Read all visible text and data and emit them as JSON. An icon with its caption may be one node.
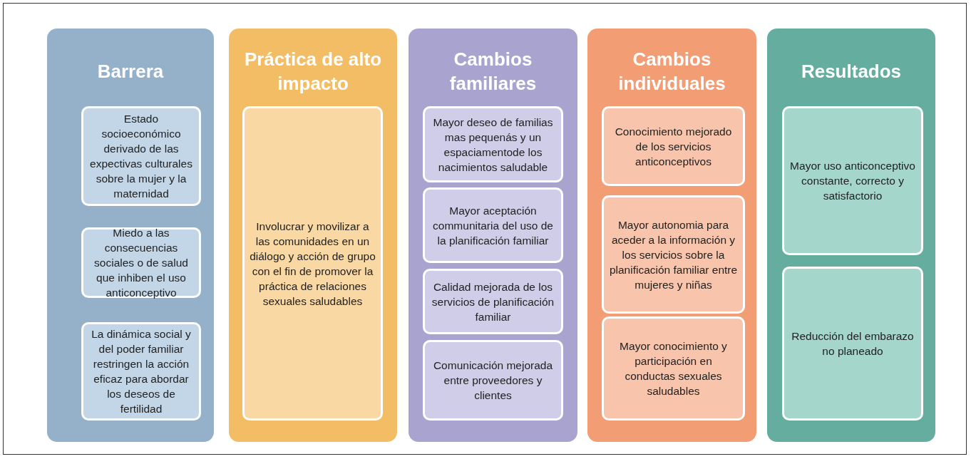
{
  "diagram": {
    "nodes": [
      {
        "text": [
          "Barrera"
        ]
      },
      {
        "text": [
          "Estado socioeconómico derivado de las expectivas culturales sobre la mujer y la maternidad"
        ],
        "in": 0
      },
      {
        "text": [
          "Miedo a las consecuencias sociales o de salud que inhiben el uso anticonceptivo"
        ],
        "in": 0
      },
      {
        "text": [
          "La dinámica social y del poder familiar restringen la acción eficaz para abordar los deseos de fertilidad"
        ],
        "in": 0
      },
      {
        "text": [
          "Práctica de alto impacto"
        ]
      },
      {
        "text": [
          "Involucrar y movilizar a las comunidades en un diálogo y acción de grupo con el fin de promover la práctica de relaciones sexuales saludables"
        ],
        "in": 4
      },
      {
        "text": [
          "Cambios familiares"
        ]
      },
      {
        "text": [
          "Mayor deseo de familias mas pequenás y un espaciamentode los nacimientos saludable"
        ],
        "in": 6
      },
      {
        "text": [
          "Mayor aceptación communitaria del uso de la planificación familiar"
        ],
        "in": 6
      },
      {
        "text": [
          "Calidad mejorada de los servicios de planificación familiar"
        ],
        "in": 6
      },
      {
        "text": [
          "Comunicación mejorada entre proveedores y clientes"
        ],
        "in": 6
      },
      {
        "text": [
          "Cambios individuales"
        ]
      },
      {
        "text": [
          "Conocimiento mejorado de los servicios anticonceptivos"
        ],
        "in": 11
      },
      {
        "text": [
          "Mayor autonomia para aceder a la información y los servicios sobre la planificación familiar entre mujeres y niñas"
        ],
        "in": 11
      },
      {
        "text": [
          "Mayor conocimiento y participación en conductas sexuales saludables"
        ],
        "in": 11
      },
      {
        "text": [
          "Resultados"
        ]
      },
      {
        "text": [
          "Mayor uso anticonceptivo constante, correcto y satisfactorio"
        ],
        "in": 15
      },
      {
        "text": [
          "Reducción del embarazo no planeado"
        ],
        "in": 15
      }
    ],
    "edges": []
  }
}
